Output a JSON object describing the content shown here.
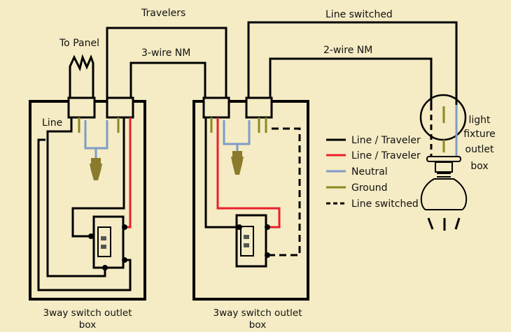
{
  "labels": {
    "travelers": "Travelers",
    "line_switched_top": "Line switched",
    "to_panel": "To Panel",
    "three_wire_nm": "3-wire NM",
    "two_wire_nm": "2-wire NM",
    "line": "Line",
    "fixture_line1": "light",
    "fixture_line2": "fixture",
    "fixture_line3": "outlet",
    "fixture_line4": "box",
    "box1_line1": "3way switch outlet",
    "box1_line2": "box",
    "box2_line1": "3way switch outlet",
    "box2_line2": "box"
  },
  "legend": [
    {
      "label": "Line / Traveler",
      "color": "#000000",
      "style": "solid"
    },
    {
      "label": "Line / Traveler",
      "color": "#e8202a",
      "style": "solid"
    },
    {
      "label": "Neutral",
      "color": "#7d9cc9",
      "style": "solid"
    },
    {
      "label": "Ground",
      "color": "#8a8a1f",
      "style": "solid"
    },
    {
      "label": "Line switched",
      "color": "#000000",
      "style": "dashed"
    }
  ],
  "colors": {
    "background": "#f5ebc4",
    "black": "#000000",
    "red": "#e8202a",
    "neutral": "#7d9cc9",
    "ground": "#8a8a1f",
    "wirenut": "#8a7a2c"
  }
}
